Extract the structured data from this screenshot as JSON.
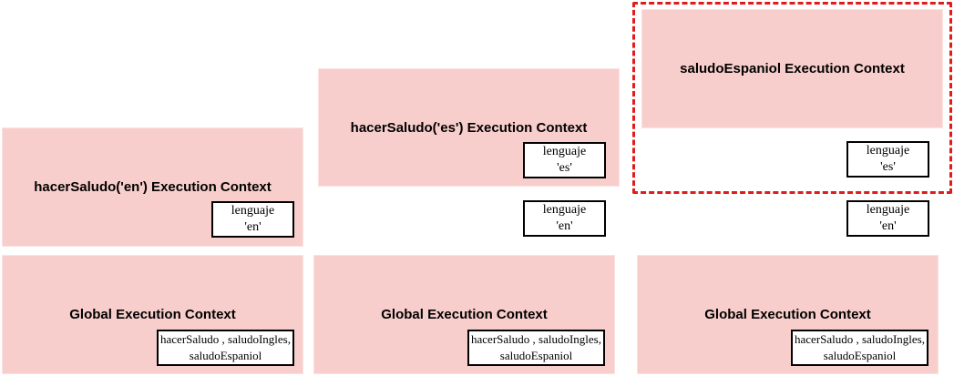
{
  "columns": [
    {
      "global": {
        "title": "Global Execution Context",
        "vars_line1": "hacerSaludo , saludoIngles,",
        "vars_line2": "saludoEspaniol"
      },
      "frame1": {
        "title": "hacerSaludo('en') Execution Context",
        "var_name": "lenguaje",
        "var_value": "'en'"
      }
    },
    {
      "global": {
        "title": "Global Execution Context",
        "vars_line1": "hacerSaludo , saludoIngles,",
        "vars_line2": "saludoEspaniol"
      },
      "frame1": {
        "var_name": "lenguaje",
        "var_value": "'en'"
      },
      "frame2": {
        "title": "hacerSaludo('es') Execution Context",
        "var_name": "lenguaje",
        "var_value": "'es'"
      }
    },
    {
      "global": {
        "title": "Global Execution Context",
        "vars_line1": "hacerSaludo , saludoIngles,",
        "vars_line2": "saludoEspaniol"
      },
      "frame1": {
        "var_name": "lenguaje",
        "var_value": "'en'"
      },
      "frame2": {
        "var_name": "lenguaje",
        "var_value": "'es'"
      },
      "frame3": {
        "title": "saludoEspaniol Execution Context"
      }
    }
  ],
  "colors": {
    "context_fill": "#f8cecc",
    "highlight_border": "#e01b1b",
    "box_border": "#000000"
  }
}
